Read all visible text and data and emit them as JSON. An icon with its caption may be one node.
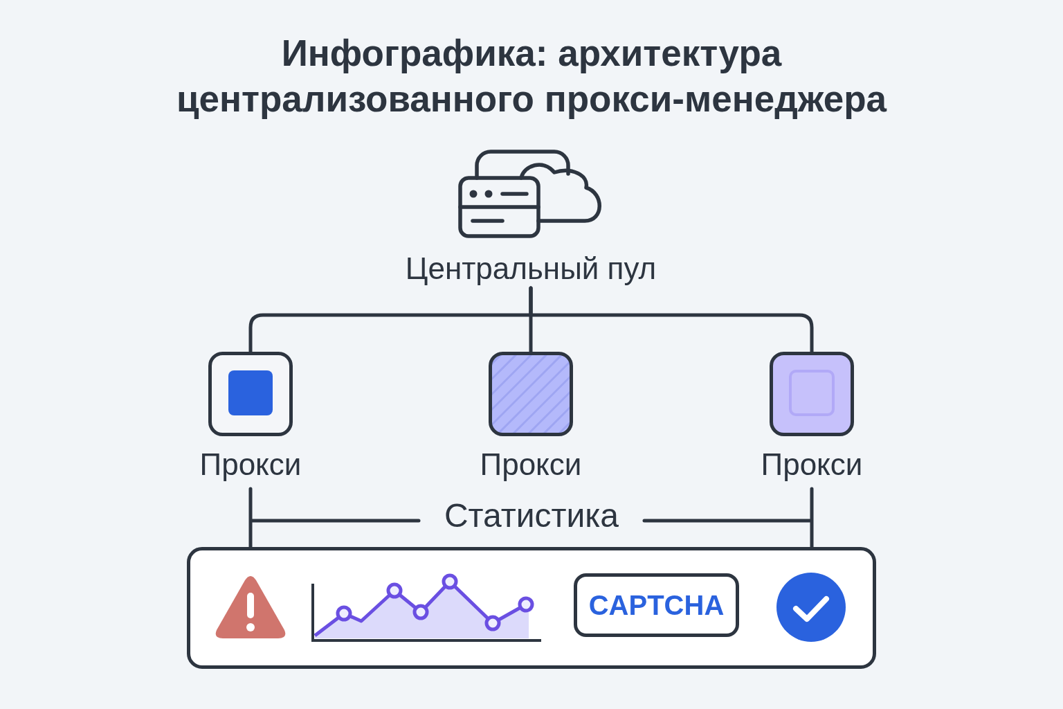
{
  "diagram": {
    "title": "Инфографика: архитектура централизованного прокси-менеджера",
    "nodes": [
      {
        "text": [
          "Центральный пул"
        ]
      },
      {
        "text": [
          "Прокси"
        ]
      },
      {
        "text": [
          "Прокси"
        ]
      },
      {
        "text": [
          "Прокси"
        ]
      },
      {
        "text": [
          "Статистика"
        ]
      },
      {
        "text": [
          "CAPTCHA"
        ],
        "in": 4
      }
    ],
    "edges": [
      {
        "from": 0,
        "to": 1,
        "arrow": "none"
      },
      {
        "from": 0,
        "to": 2,
        "arrow": "none"
      },
      {
        "from": 0,
        "to": 3,
        "arrow": "none"
      },
      {
        "from": 1,
        "to": 4,
        "arrow": "none"
      },
      {
        "from": 3,
        "to": 4,
        "arrow": "none"
      }
    ]
  }
}
